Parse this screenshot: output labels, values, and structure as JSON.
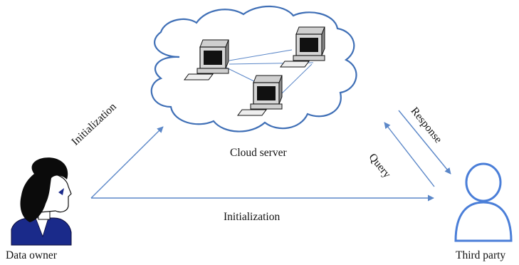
{
  "labels": {
    "cloud_server": "Cloud server",
    "initialization_diagonal": "Initialization",
    "initialization_bottom": "Initialization",
    "response": "Response",
    "query": "Query",
    "data_owner": "Data owner",
    "third_party": "Third party"
  },
  "icons": {
    "cloud": "cloud-icon",
    "computers": [
      "computer-icon",
      "computer-icon",
      "computer-icon"
    ],
    "data_owner": "person-silhouette-icon",
    "third_party": "user-outline-icon"
  },
  "colors": {
    "arrow": "#5b87c8",
    "cloud_outline": "#3f6fb6",
    "user_outline": "#4a7ed8",
    "text": "#111111"
  }
}
